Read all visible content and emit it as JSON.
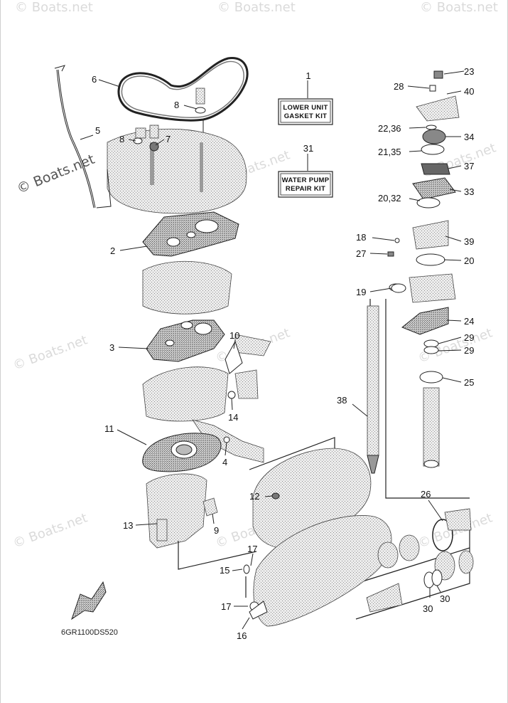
{
  "watermark": {
    "text": "© Boats.net",
    "primary_text": "© Boats.net"
  },
  "kits": [
    {
      "number": "1",
      "line1": "LOWER UNIT",
      "line2": "GASKET KIT"
    },
    {
      "number": "31",
      "line1": "WATER PUMP",
      "line2": "REPAIR KIT"
    }
  ],
  "callouts": {
    "c2": "2",
    "c3": "3",
    "c4": "4",
    "c5": "5",
    "c6": "6",
    "c7": "7",
    "c8a": "8",
    "c8b": "8",
    "c9": "9",
    "c10": "10",
    "c11": "11",
    "c12": "12",
    "c13": "13",
    "c14": "14",
    "c15": "15",
    "c16": "16",
    "c17a": "17",
    "c17b": "17",
    "c18": "18",
    "c19": "19",
    "c20a": "20,32",
    "c20b": "20",
    "c21": "21,35",
    "c22": "22,36",
    "c23": "23",
    "c24": "24",
    "c25": "25",
    "c26": "26",
    "c27": "27",
    "c28": "28",
    "c29a": "29",
    "c29b": "29",
    "c30a": "30",
    "c30b": "30",
    "c33": "33",
    "c34": "34",
    "c37": "37",
    "c38": "38",
    "c39": "39",
    "c40": "40"
  },
  "diagram_code": "6GR1100DS520",
  "icons": {
    "front_arrow": "front-direction-arrow-icon"
  },
  "colors": {
    "line": "#222222",
    "part_fill": "#d9d9d9",
    "watermark": "#bdbdbd"
  }
}
